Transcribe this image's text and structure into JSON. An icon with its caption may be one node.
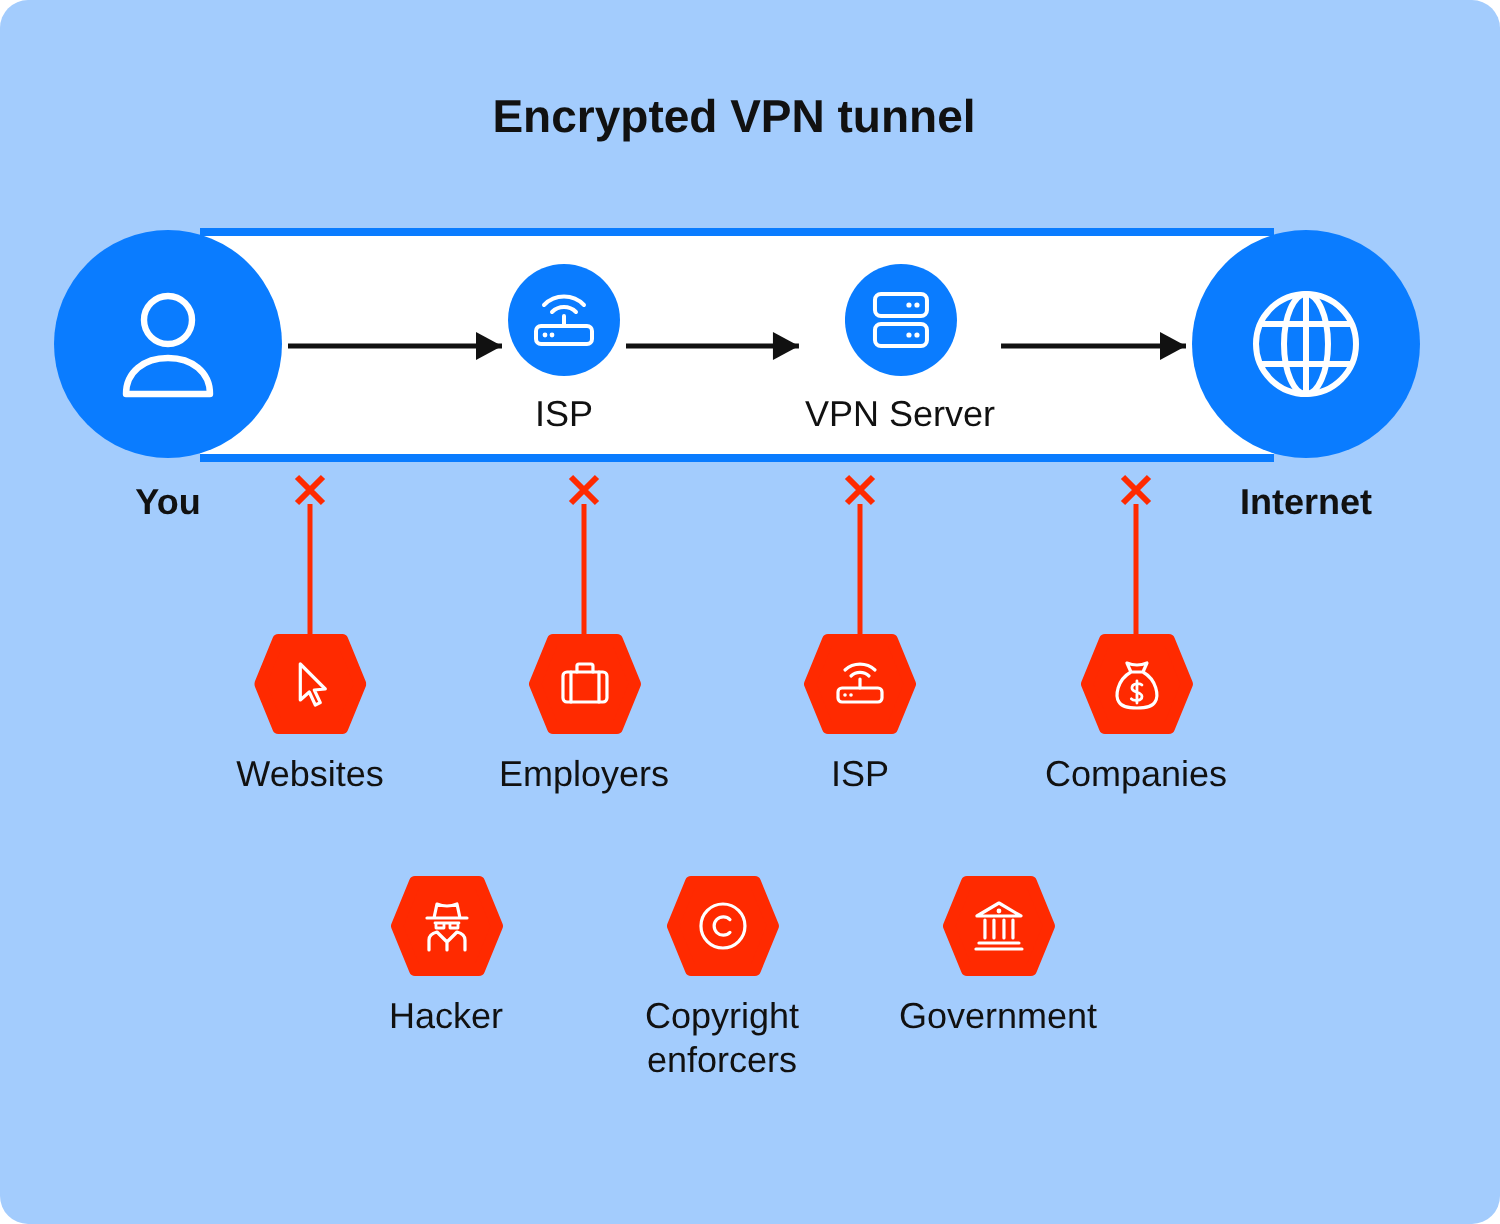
{
  "diagram": {
    "title": "Encrypted VPN tunnel",
    "nodes": [
      {
        "text": [],
        "shape": "band"
      },
      {
        "text": [
          "You"
        ]
      },
      {
        "text": [
          "ISP"
        ],
        "in": 0
      },
      {
        "text": [
          "VPN Server"
        ],
        "in": 0
      },
      {
        "text": [
          "Internet"
        ]
      },
      {
        "text": [
          "Websites"
        ]
      },
      {
        "text": [
          "Employers"
        ]
      },
      {
        "text": [
          "ISP"
        ]
      },
      {
        "text": [
          "Companies"
        ]
      },
      {
        "text": [
          "Hacker"
        ]
      },
      {
        "text": [
          "Copyright enforcers"
        ]
      },
      {
        "text": [
          "Government"
        ]
      }
    ],
    "edges": [
      {
        "from": 1,
        "to": 2,
        "arrow": "to",
        "color": "#111111"
      },
      {
        "from": 2,
        "to": 3,
        "arrow": "to",
        "color": "#111111"
      },
      {
        "from": 3,
        "to": 4,
        "arrow": "to",
        "color": "#111111"
      },
      {
        "from": 5,
        "to": 0,
        "arrow": "other",
        "color": "#ff2a00"
      },
      {
        "from": 6,
        "to": 0,
        "arrow": "other",
        "color": "#ff2a00"
      },
      {
        "from": 7,
        "to": 0,
        "arrow": "other",
        "color": "#ff2a00"
      },
      {
        "from": 8,
        "to": 0,
        "arrow": "other",
        "color": "#ff2a00"
      }
    ]
  }
}
